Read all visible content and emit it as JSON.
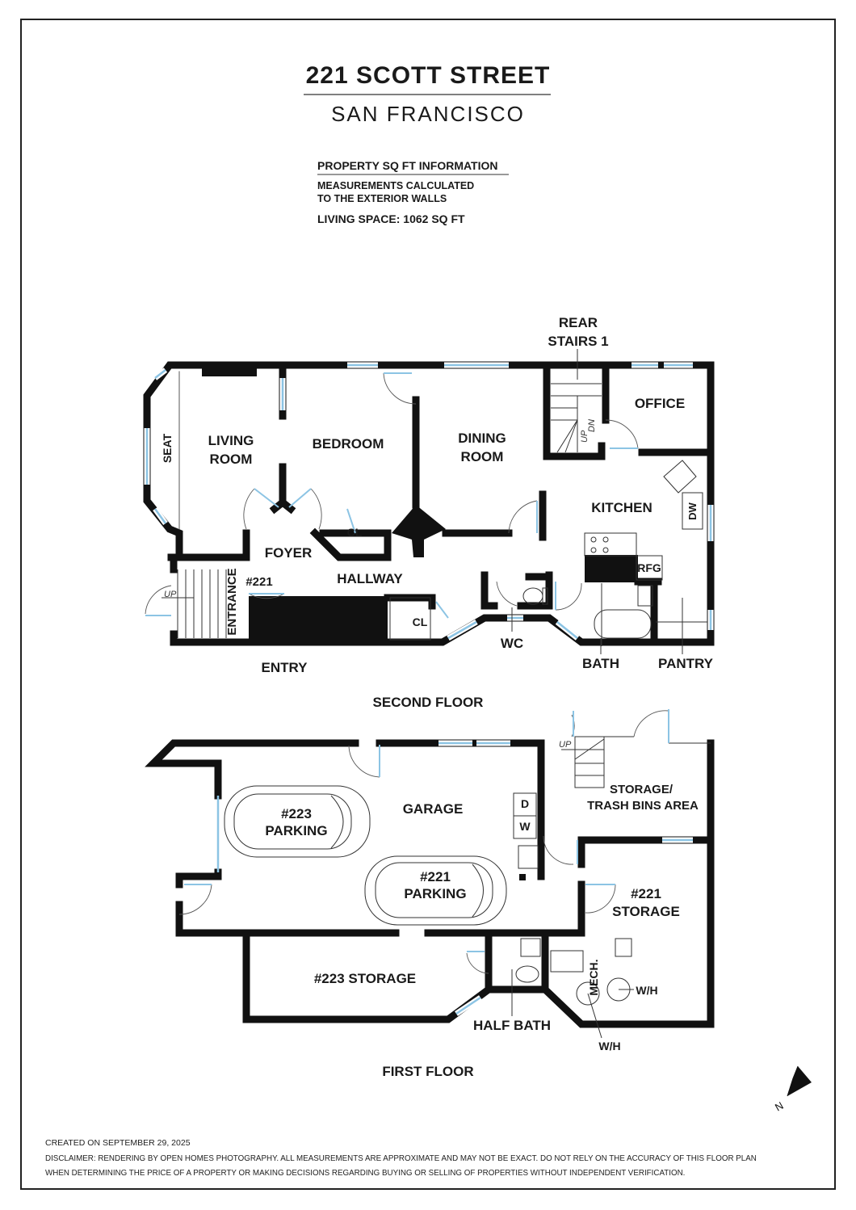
{
  "header": {
    "title": "221 SCOTT STREET",
    "subtitle": "SAN FRANCISCO"
  },
  "info": {
    "heading": "PROPERTY SQ FT INFORMATION",
    "line1": "MEASUREMENTS CALCULATED",
    "line2": "TO THE EXTERIOR WALLS",
    "living_space": "LIVING SPACE: 1062 SQ FT"
  },
  "second_floor": {
    "name": "SECOND FLOOR",
    "rooms": {
      "rear_stairs_1": "REAR",
      "rear_stairs_2": "STAIRS 1",
      "office": "OFFICE",
      "living_1": "LIVING",
      "living_2": "ROOM",
      "bedroom": "BEDROOM",
      "dining_1": "DINING",
      "dining_2": "ROOM",
      "kitchen": "KITCHEN",
      "seat": "SEAT",
      "foyer": "FOYER",
      "hallway": "HALLWAY",
      "entrance": "ENTRANCE",
      "unit": "#221",
      "closet1": "CL",
      "closet2": "CL",
      "dw": "DW",
      "rfg": "RFG",
      "entry": "ENTRY",
      "wc": "WC",
      "bath": "BATH",
      "pantry": "PANTRY",
      "up": "UP",
      "stairs_up": "UP",
      "stairs_dn": "DN"
    }
  },
  "first_floor": {
    "name": "FIRST FLOOR",
    "rooms": {
      "garage": "GARAGE",
      "p223_1": "#223",
      "p223_2": "PARKING",
      "p221_1": "#221",
      "p221_2": "PARKING",
      "dryer": "D",
      "washer": "W",
      "trash_1": "STORAGE/",
      "trash_2": "TRASH BINS AREA",
      "st221_1": "#221",
      "st221_2": "STORAGE",
      "st223": "#223 STORAGE",
      "half_bath": "HALF BATH",
      "mech": "MECH.",
      "wh1": "W/H",
      "wh2": "W/H",
      "up": "UP"
    }
  },
  "compass": {
    "icon": "north-arrow-icon",
    "label": "N"
  },
  "footer": {
    "created": "CREATED ON SEPTEMBER 29, 2025",
    "disclaimer1": "DISCLAIMER: RENDERING BY OPEN HOMES PHOTOGRAPHY. ALL MEASUREMENTS ARE APPROXIMATE AND MAY NOT BE EXACT. DO NOT RELY ON THE ACCURACY OF THIS FLOOR PLAN",
    "disclaimer2": "WHEN DETERMINING THE PRICE OF A PROPERTY OR MAKING DECISIONS REGARDING BUYING OR SELLING OF PROPERTIES WITHOUT INDEPENDENT VERIFICATION."
  },
  "colors": {
    "wall": "#111111",
    "window": "#8cc4e4",
    "background": "#ffffff"
  }
}
